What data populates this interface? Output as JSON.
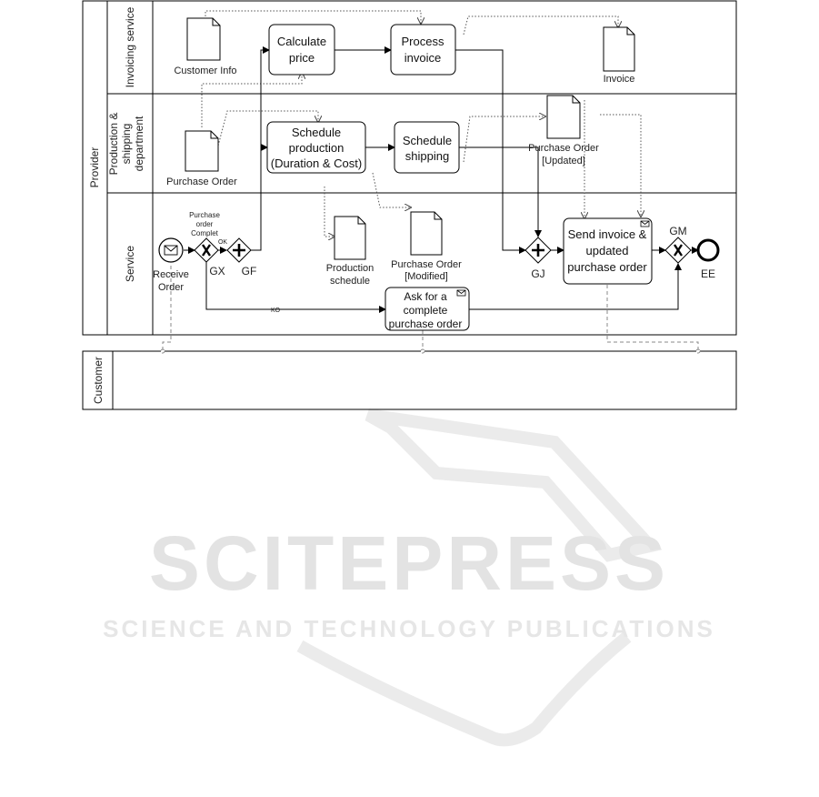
{
  "watermark": {
    "title": "SCITEPRESS",
    "subtitle": "SCIENCE AND TECHNOLOGY PUBLICATIONS"
  },
  "pools": {
    "provider": "Provider",
    "customer": "Customer"
  },
  "lanes": {
    "invoicing": "Invoicing service",
    "production_line1": "Production &",
    "production_line2": "shipping",
    "production_line3": "department",
    "service": "Service"
  },
  "tasks": {
    "calculate_line1": "Calculate",
    "calculate_line2": "price",
    "process_line1": "Process",
    "process_line2": "invoice",
    "schedule_prod_line1": "Schedule",
    "schedule_prod_line2": "production",
    "schedule_prod_line3": "(Duration & Cost)",
    "schedule_ship_line1": "Schedule",
    "schedule_ship_line2": "shipping",
    "send_line1": "Send invoice &",
    "send_line2": "updated",
    "send_line3": "purchase order",
    "ask_line1": "Ask for a",
    "ask_line2": "complete",
    "ask_line3": "purchase order"
  },
  "documents": {
    "customer_info": "Customer Info",
    "invoice": "Invoice",
    "purchase_order": "Purchase Order",
    "po_updated_line1": "Purchase Order",
    "po_updated_line2": "[Updated]",
    "production_schedule_line1": "Production",
    "production_schedule_line2": "schedule",
    "po_modified_line1": "Purchase Order",
    "po_modified_line2": "[Modified]"
  },
  "events": {
    "receive_line1": "Receive",
    "receive_line2": "Order",
    "end": "EE"
  },
  "gateways": {
    "gx": "GX",
    "gf": "GF",
    "gj": "GJ",
    "gm": "GM",
    "condition_line1": "Purchase",
    "condition_line2": "order",
    "condition_line3": "Complet",
    "ok": "OK",
    "ko": "KO"
  }
}
